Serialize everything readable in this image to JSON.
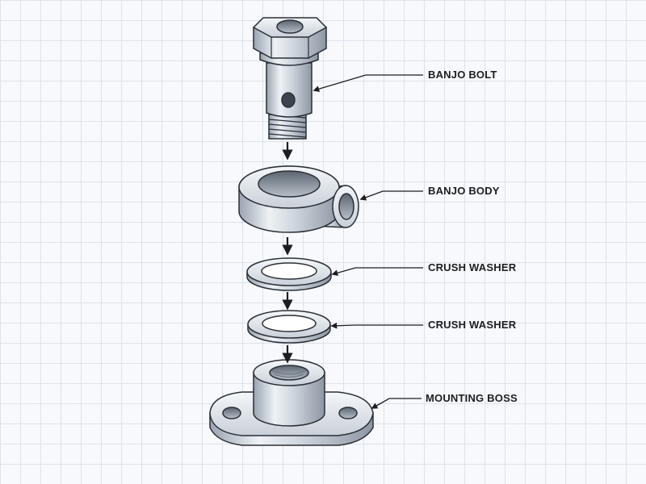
{
  "labels": {
    "banjo_bolt": "BANJO BOLT",
    "banjo_body": "BANJO BODY",
    "crush_washer_upper": "CRUSH WASHER",
    "crush_washer_lower": "CRUSH WASHER",
    "mounting_boss": "MOUNTING BOSS"
  },
  "colors": {
    "metal_light": "#eef2f6",
    "metal_mid": "#c3cad3",
    "metal_dark": "#8d97a3",
    "outline": "#2a2f36",
    "grid": "#dde3ec",
    "background": "#f7f9fc"
  }
}
